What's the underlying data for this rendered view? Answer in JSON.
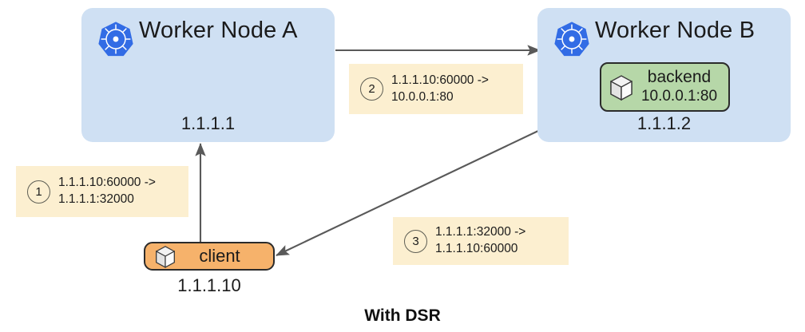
{
  "diagram": {
    "caption": "With DSR",
    "colors": {
      "node_fill": "#cfe0f3",
      "pod_fill": "#b6d7a8",
      "client_fill": "#f6b26b",
      "callout_fill": "#fcefd0",
      "k8s_blue": "#326ce5",
      "arrow": "#595959",
      "text": "#1b1b1b"
    },
    "nodes": [
      {
        "id": "worker-node-a",
        "title": "Worker Node A",
        "ip": "1.1.1.1",
        "icon": "kubernetes-icon"
      },
      {
        "id": "worker-node-b",
        "title": "Worker Node B",
        "ip": "1.1.1.2",
        "icon": "kubernetes-icon"
      }
    ],
    "pod": {
      "name": "backend",
      "ip": "10.0.0.1:80",
      "icon": "cube-icon"
    },
    "client": {
      "label": "client",
      "ip": "1.1.1.10",
      "icon": "cube-icon"
    },
    "callouts": [
      {
        "number": "1",
        "text": "1.1.1.10:60000 ->\n1.1.1.1:32000"
      },
      {
        "number": "2",
        "text": "1.1.1.10:60000 ->\n10.0.0.1:80"
      },
      {
        "number": "3",
        "text": "1.1.1.1:32000 ->\n1.1.1.10:60000"
      }
    ],
    "arrows": [
      {
        "id": "arrow-client-to-node-a",
        "direction": "up"
      },
      {
        "id": "arrow-node-a-to-node-b",
        "direction": "right"
      },
      {
        "id": "arrow-node-b-to-client",
        "direction": "down-left"
      }
    ]
  }
}
